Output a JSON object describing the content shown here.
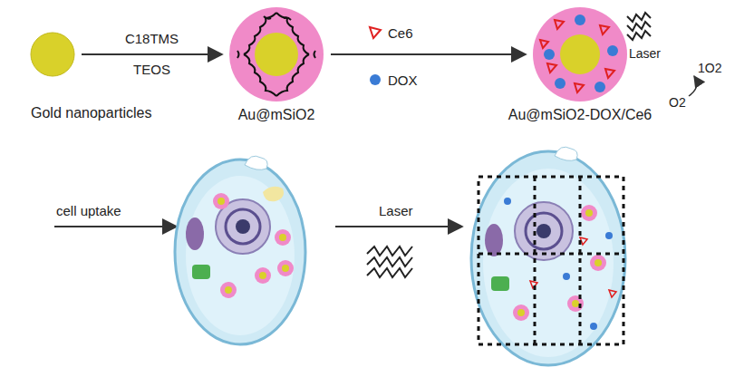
{
  "diagram": {
    "nodes": [
      {
        "text": [
          "Gold nanoparticles"
        ]
      },
      {
        "text": [
          "Au@mSiO2"
        ]
      },
      {
        "text": [
          "Au@mSiO2-DOX/Ce6"
        ]
      }
    ],
    "edges": [
      {
        "from": 0,
        "to": 1,
        "arrow": "to",
        "label": "C18TMS"
      },
      {
        "from": 1,
        "to": 2,
        "arrow": "to"
      }
    ],
    "labels": [
      "TEOS",
      "Ce6",
      "DOX",
      "cell uptake",
      "Laser",
      "Laser",
      "1O2",
      "O2"
    ]
  }
}
